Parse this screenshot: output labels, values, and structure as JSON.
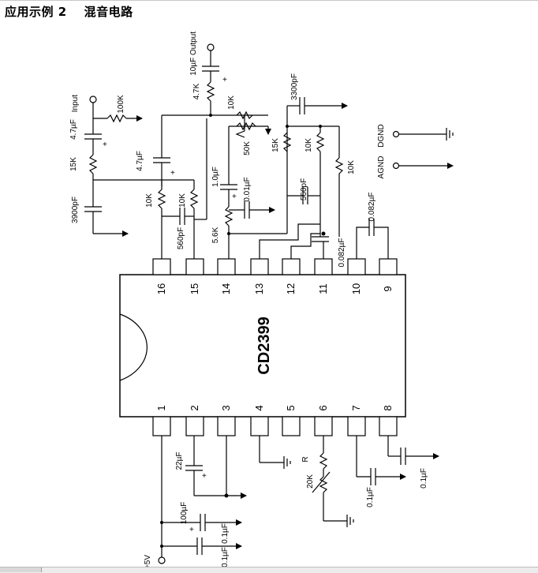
{
  "header": {
    "example": "应用示例 2",
    "title": "混音电路"
  },
  "ic": {
    "name": "CD2399",
    "top_pins": [
      "16",
      "15",
      "14",
      "13",
      "12",
      "11",
      "10",
      "9"
    ],
    "bottom_pins": [
      "1",
      "2",
      "3",
      "4",
      "5",
      "6",
      "7",
      "8"
    ]
  },
  "labels": {
    "output": "10µF Output",
    "input": "Input",
    "r_4k7": "4.7K",
    "r_10k_out": "10K",
    "r_100k": "100K",
    "c_4u7_in": "4.7µF",
    "r_15k_in": "15K",
    "c_3900p": "3900pF",
    "c_4u7_mid": "4.7µF",
    "pot_50k": "50K",
    "c_1u": "1.0µF",
    "c_0u01": "0.01µF",
    "r_10k_16": "10K",
    "r_10k_15": "10K",
    "c_560p_15": "560pF",
    "r_5k6": "5.6K",
    "c_3300p": "3300pF",
    "r_15k_r": "15K",
    "r_10k_r1": "10K",
    "r_10k_r2": "10K",
    "c_560p_r": "560pF",
    "c_0u082_11": "0.082µF",
    "c_0u082_10": "0.082µF",
    "agnd": "AGND",
    "dgnd": "DGND",
    "c_22u": "22µF",
    "pot_20k": "20K",
    "r_label": "R",
    "c_100u": "100µF",
    "c_0u1_a": "0.1µF",
    "c_0u1_b": "0.1µF",
    "c_0u1_c": "0.1µF",
    "c_0u1_d": "0.1µF",
    "supply": "+5V"
  }
}
